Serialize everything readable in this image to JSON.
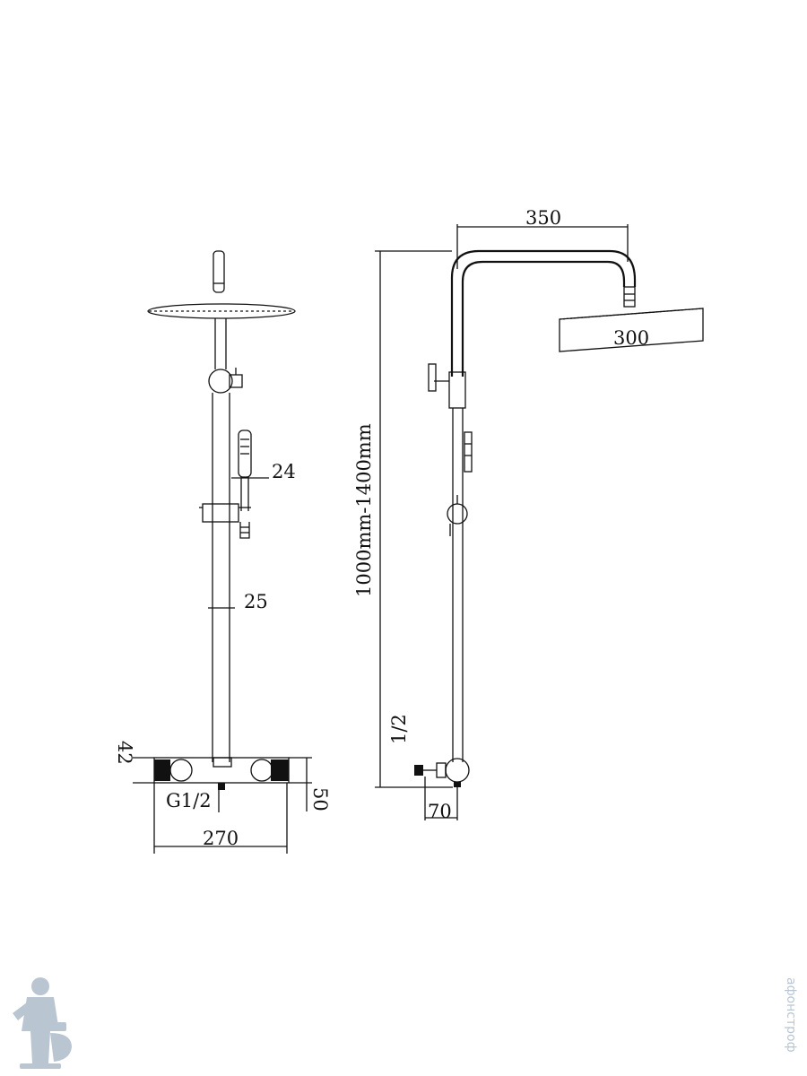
{
  "labels": {
    "top_width": "350",
    "head_width": "300",
    "height_range": "1000mm-1400mm",
    "hand_shower": "24",
    "pipe_diameter": "25",
    "left_height": "42",
    "left_thread": "G1/2",
    "mixer_width": "270",
    "mixer_depth": "50",
    "right_thread": "1/2",
    "right_offset": "70"
  },
  "watermark": {
    "text": "афонстроф",
    "logo_icon": "plumber-logo-icon"
  },
  "colors": {
    "line": "#111111",
    "background": "#ffffff",
    "watermark": "#b9c6d2"
  }
}
